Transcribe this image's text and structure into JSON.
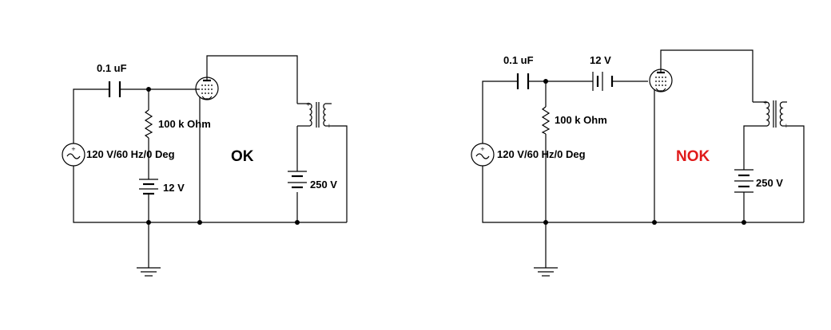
{
  "circuit_ok": {
    "capacitor_label": "0.1 uF",
    "resistor_label": "100 k Ohm",
    "source_label": "120 V/60 Hz/0 Deg",
    "grid_battery_label": "12 V",
    "plate_battery_label": "250 V",
    "status": "OK",
    "status_color": "#000000"
  },
  "circuit_nok": {
    "capacitor_label": "0.1 uF",
    "series_battery_label": "12 V",
    "resistor_label": "100 k Ohm",
    "source_label": "120 V/60 Hz/0 Deg",
    "plate_battery_label": "250 V",
    "status": "NOK",
    "status_color": "#e01b1b"
  }
}
